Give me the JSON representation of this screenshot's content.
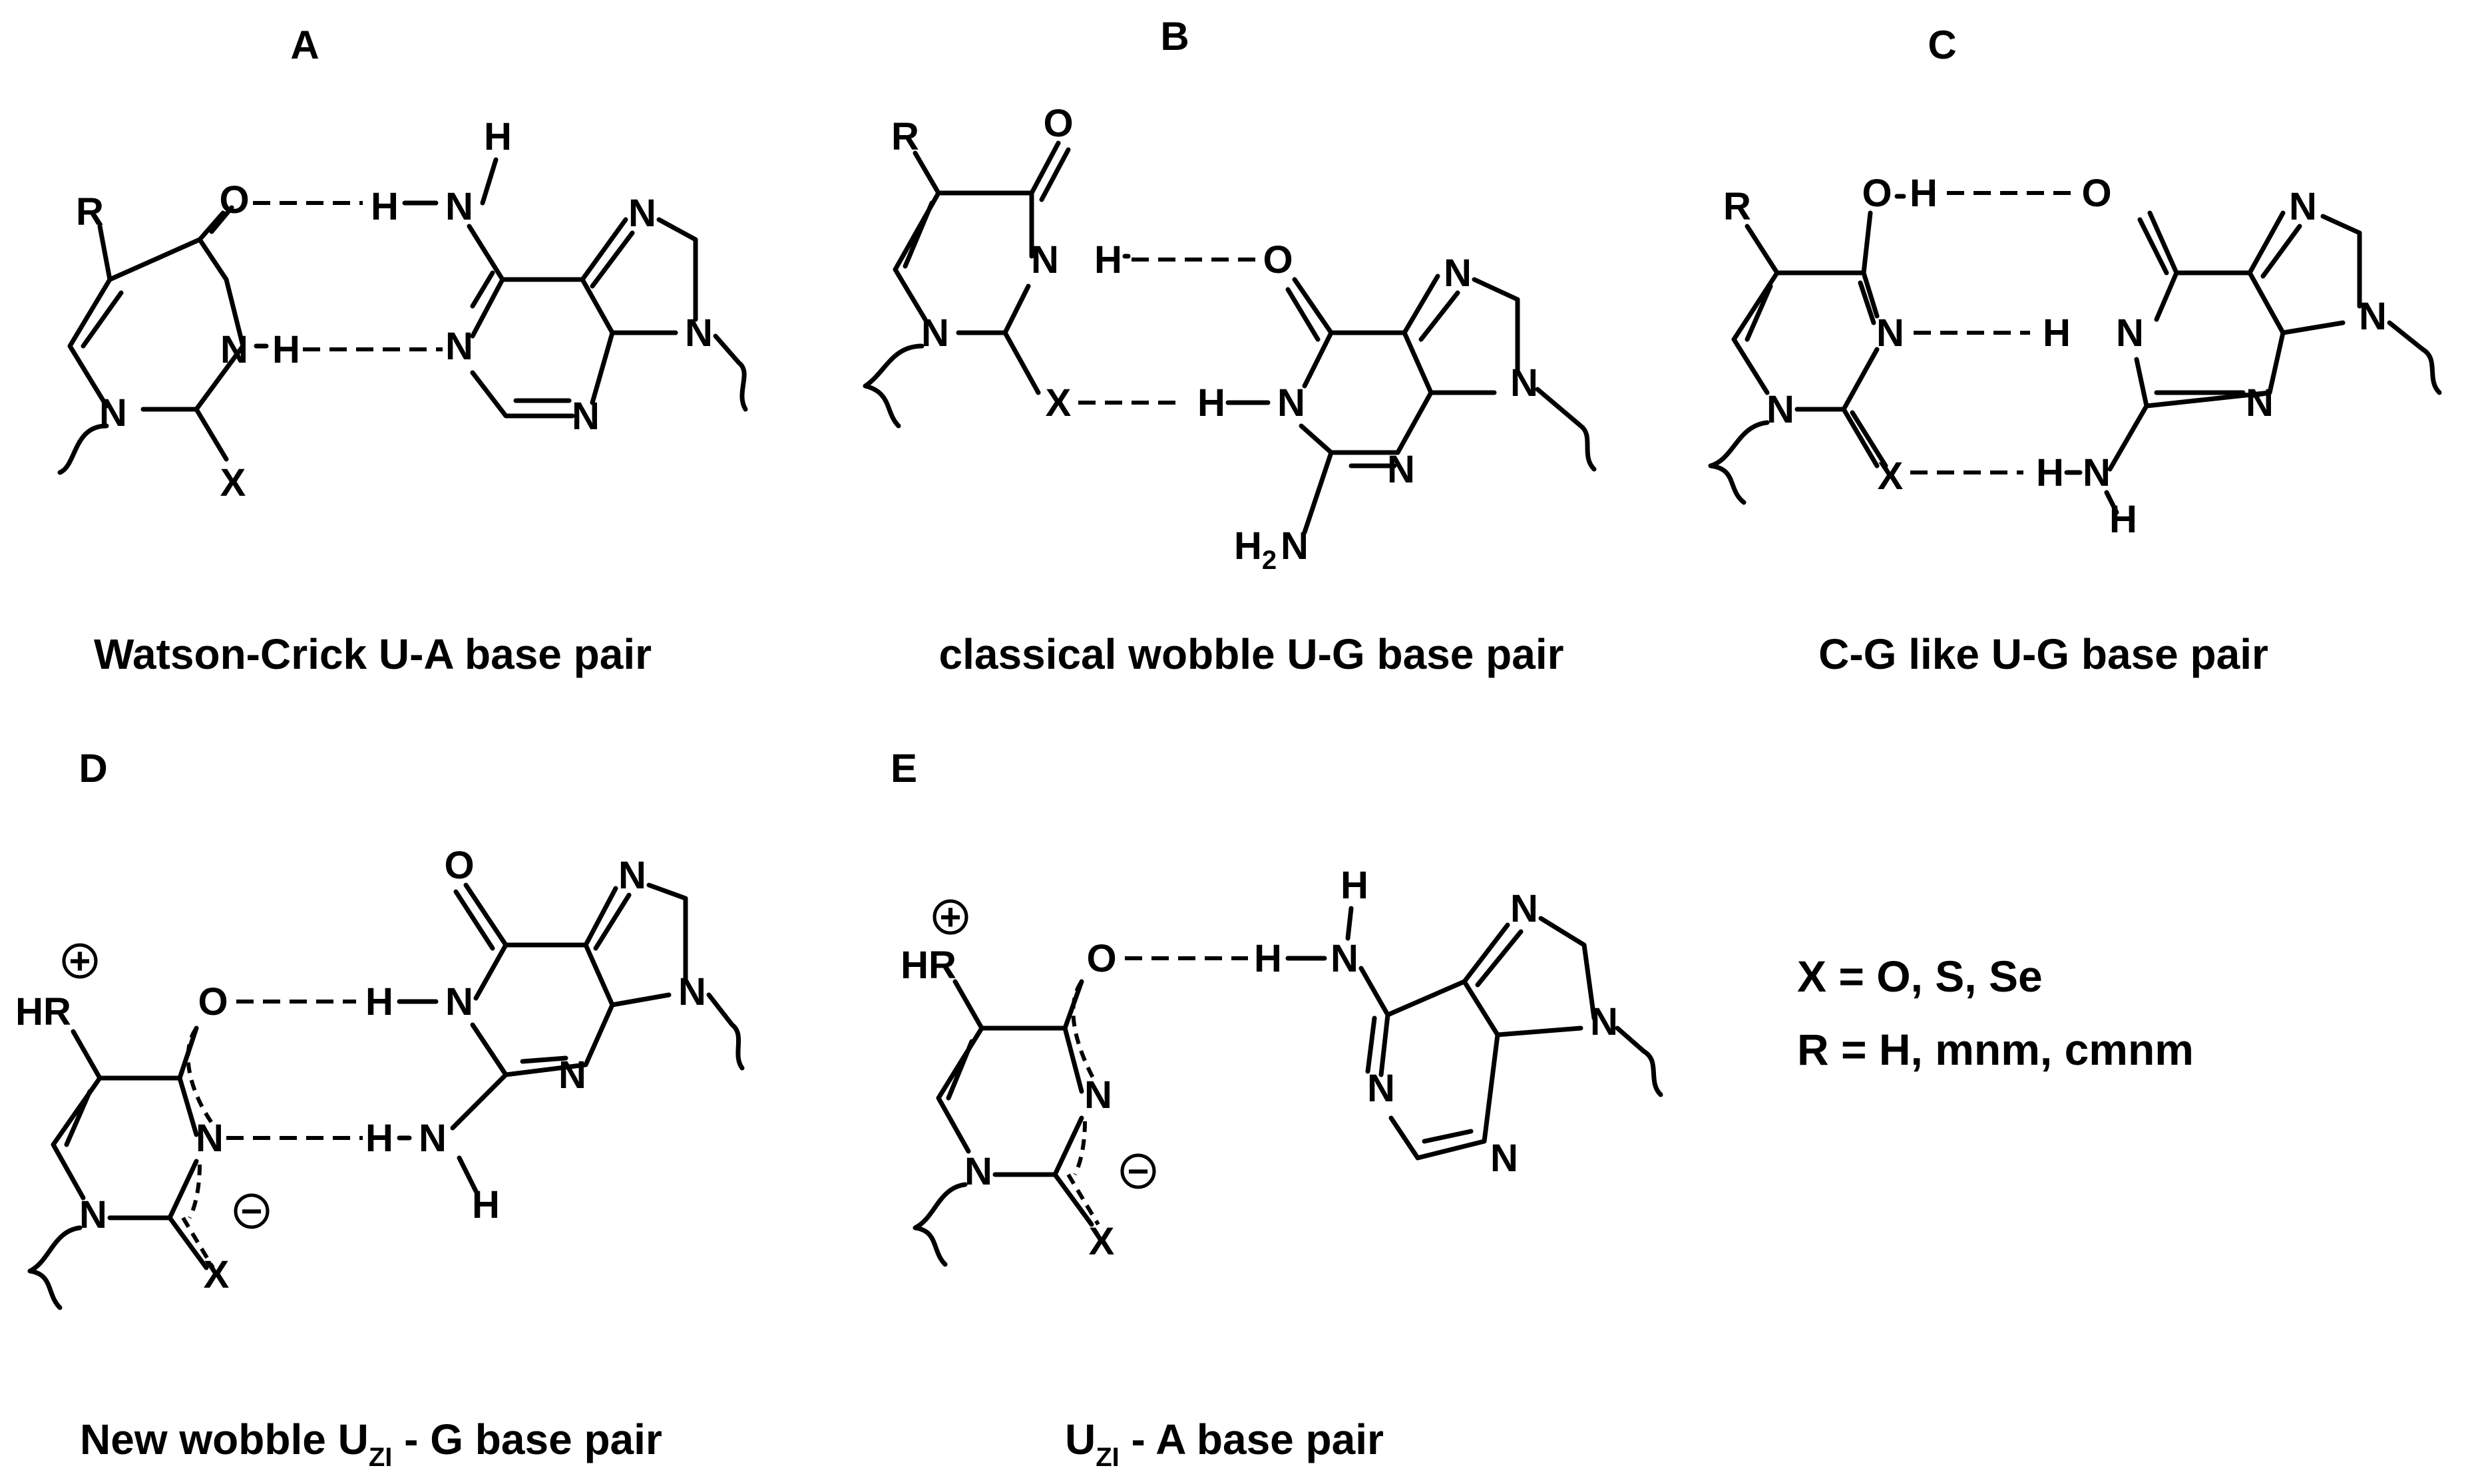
{
  "panels": {
    "A": {
      "letter": "A",
      "caption": "Watson-Crick U-A base pair"
    },
    "B": {
      "letter": "B",
      "caption": "classical wobble U-G base pair"
    },
    "C": {
      "letter": "C",
      "caption": "C-G like U-G base pair"
    },
    "D": {
      "letter": "D",
      "caption_pre": "New wobble U",
      "caption_sub": "ZI",
      "caption_post": " - G base pair"
    },
    "E": {
      "letter": "E",
      "caption_pre": "U",
      "caption_sub": "ZI",
      "caption_post": " - A base pair"
    }
  },
  "legend": {
    "x_line": "X = O, S, Se",
    "r_line": "R = H, mnm, cmnm"
  },
  "atoms": {
    "O": "O",
    "N": "N",
    "H": "H",
    "X": "X",
    "R": "R",
    "HR": "HR",
    "H2N_H": "H",
    "H2N_sub": "2",
    "H2N_N": "N"
  },
  "charges": {
    "plus": "+",
    "minus": "−"
  }
}
